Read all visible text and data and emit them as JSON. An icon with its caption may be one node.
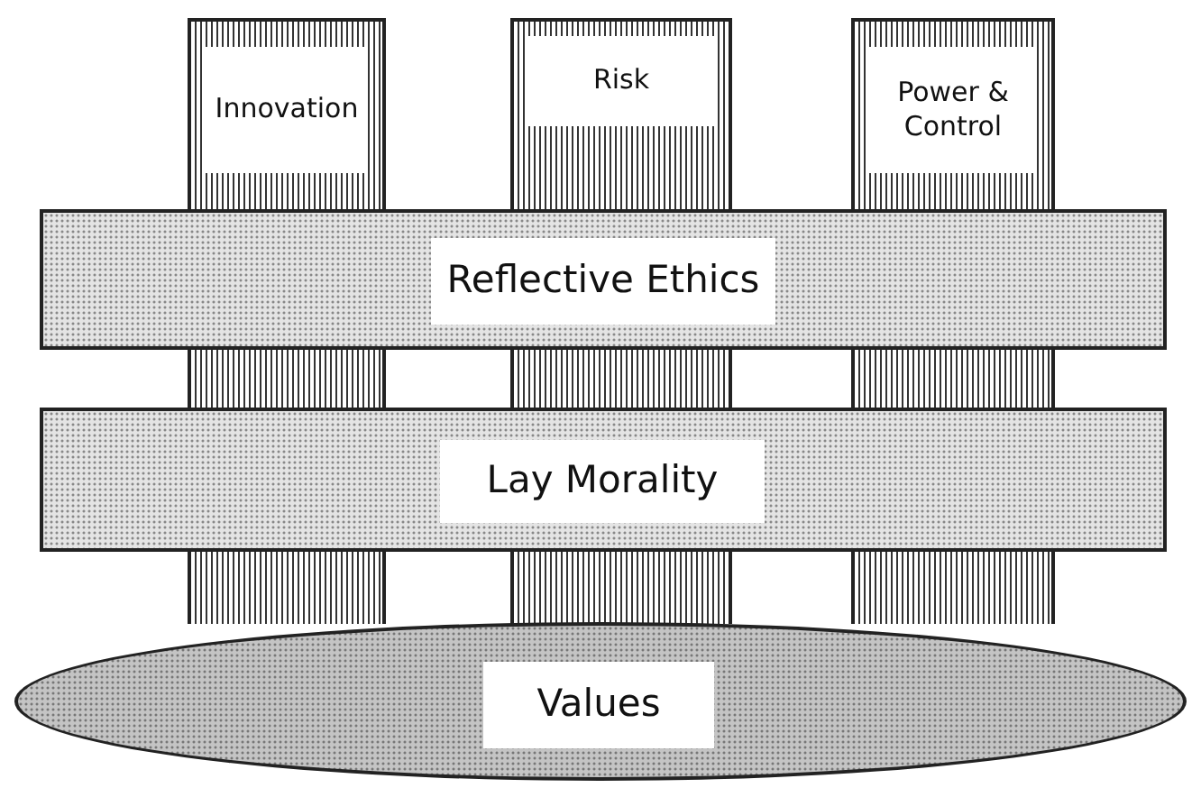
{
  "diagram": {
    "nodes": [
      {
        "text": [
          "Innovation"
        ]
      },
      {
        "text": [
          "Risk"
        ]
      },
      {
        "text": [
          "Power & Control"
        ]
      },
      {
        "text": [
          "Reflective Ethics"
        ]
      },
      {
        "text": [
          "Lay Morality"
        ]
      },
      {
        "text": [
          "Values"
        ]
      }
    ]
  }
}
